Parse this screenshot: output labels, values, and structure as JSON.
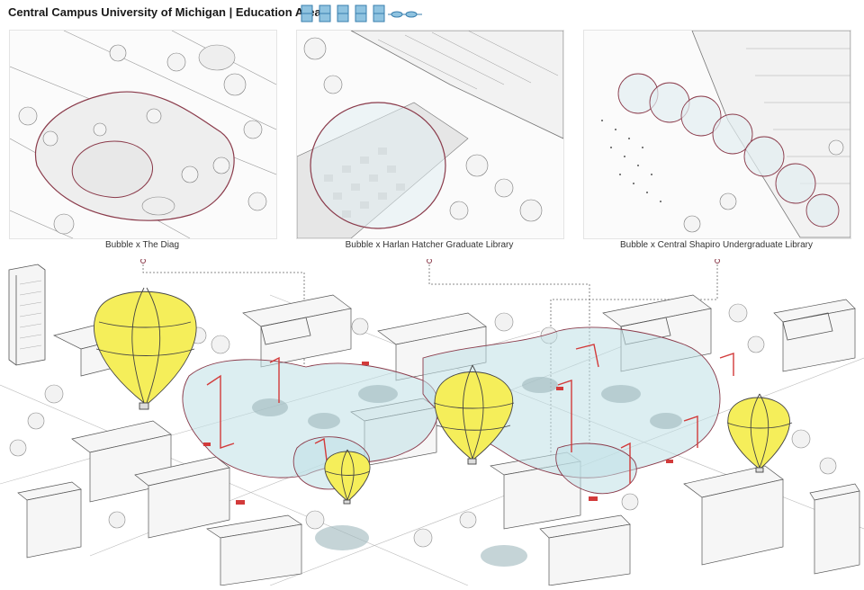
{
  "title": "Central Campus  University of Michigan | Education Area",
  "legend": {
    "icons": [
      "building-section-icon",
      "building-section-icon",
      "building-section-icon",
      "building-section-icon",
      "building-section-icon",
      "bubble-chain-icon"
    ],
    "color": "#5b9bc4"
  },
  "panels": [
    {
      "caption": "Bubble x The Diag"
    },
    {
      "caption": "Bubble x Harlan Hatcher Graduate Library"
    },
    {
      "caption": "Bubble x Central Shapiro Undergraduate Library"
    }
  ],
  "colors": {
    "balloon": "#f5ee5a",
    "bubble": "#bfe0e6",
    "outline": "#8a3a4a",
    "stair": "#d23a3a",
    "line": "#555555"
  }
}
